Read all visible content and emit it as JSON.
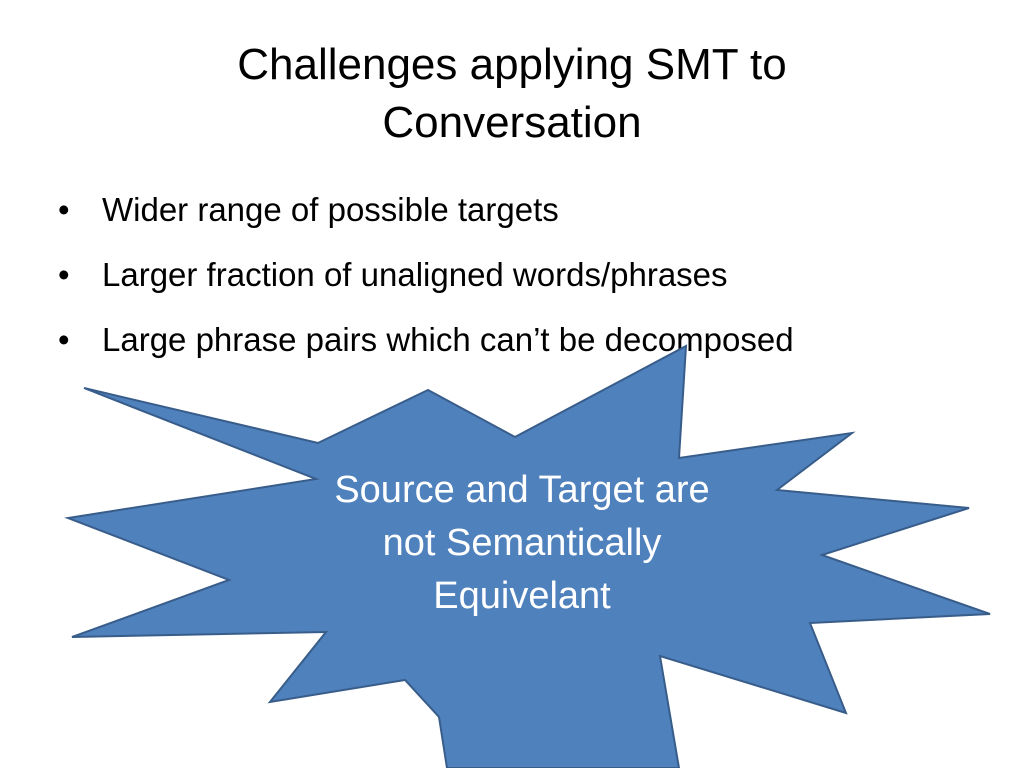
{
  "slide": {
    "title_lines": [
      "Challenges applying SMT to",
      "Conversation"
    ],
    "bullet_glyph": "•",
    "bullets": [
      "Wider range of possible targets",
      "Larger fraction of unaligned words/phrases",
      "Large phrase pairs which can’t be decomposed"
    ]
  },
  "callout": {
    "shape": "explosion-burst",
    "fill_color": "#4f81bd",
    "stroke_color": "#385d8a",
    "text_color": "#ffffff",
    "text_lines": [
      "Source and Target are",
      "not Semantically",
      "Equivelant"
    ]
  }
}
